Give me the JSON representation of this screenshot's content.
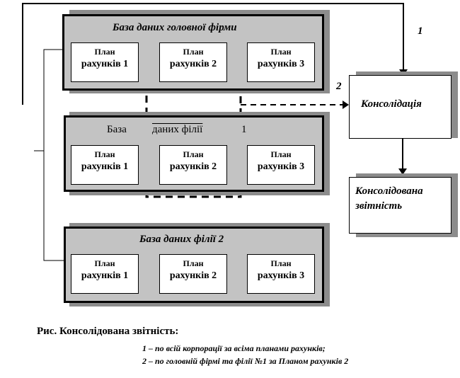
{
  "main_db": {
    "title": "База даних головної фірми",
    "plans": [
      {
        "line1": "План",
        "line2": "рахунків 1"
      },
      {
        "line1": "План",
        "line2": "рахунків 2"
      },
      {
        "line1": "План",
        "line2": "рахунків 3"
      }
    ]
  },
  "branch1_db": {
    "title_part1": "База",
    "title_part2": "даних філії",
    "title_part3": "1",
    "plans": [
      {
        "line1": "План",
        "line2": "рахунків 1"
      },
      {
        "line1": "План",
        "line2": "рахунків 2"
      },
      {
        "line1": "План",
        "line2": "рахунків 3"
      }
    ]
  },
  "branch2_db": {
    "title": "База даних філії 2",
    "plans": [
      {
        "line1": "План",
        "line2": "рахунків 1"
      },
      {
        "line1": "План",
        "line2": "рахунків 2"
      },
      {
        "line1": "План",
        "line2": "рахунків 3"
      }
    ]
  },
  "consolidation": {
    "label": "Консолідація"
  },
  "report": {
    "line1": "Консолідована",
    "line2": "звітність"
  },
  "path_labels": {
    "one": "1",
    "two": "2"
  },
  "caption": {
    "title": "Рис. Консолідована звітність:",
    "note1": "1 – по всій корпорації за всіма планами рахунків;",
    "note2": "2 – по головній фірмі та філії №1 за Планом рахунків 2"
  }
}
